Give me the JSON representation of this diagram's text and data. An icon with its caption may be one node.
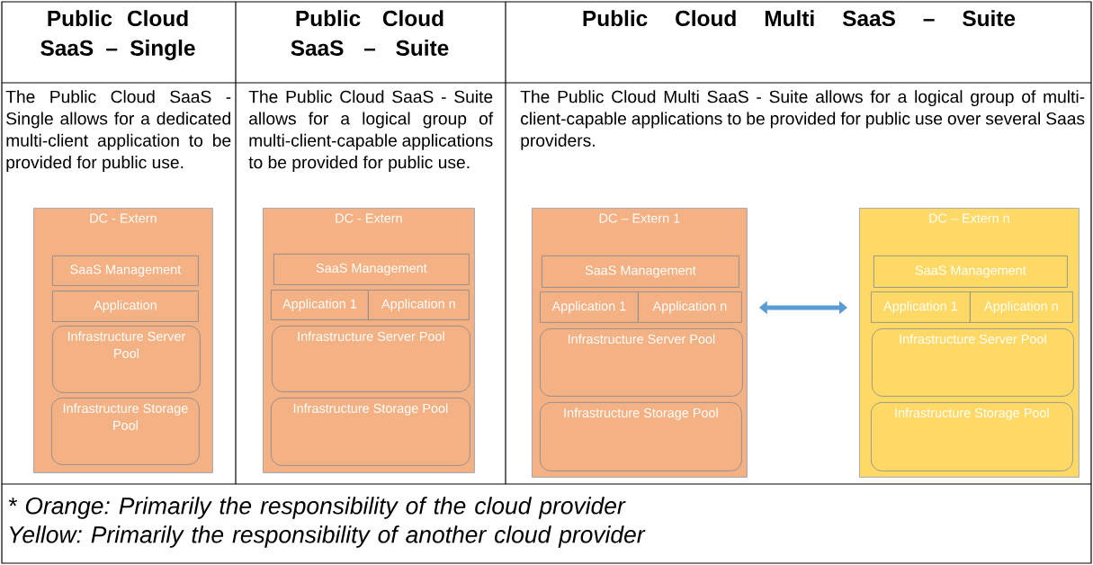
{
  "diagram": {
    "nodes": [
      {
        "text": [
          "DC - Extern"
        ]
      },
      {
        "text": [
          "SaaS Management"
        ],
        "in": 0
      },
      {
        "text": [
          "Application"
        ],
        "in": 0
      },
      {
        "text": [
          "Infrastructure Server Pool"
        ],
        "in": 0
      },
      {
        "text": [
          "Infrastructure Storage Pool"
        ],
        "in": 0
      },
      {
        "text": [
          "DC - Extern"
        ]
      },
      {
        "text": [
          "SaaS Management"
        ],
        "in": 5
      },
      {
        "text": [
          "Application 1"
        ],
        "in": 5
      },
      {
        "text": [
          "Application n"
        ],
        "in": 5
      },
      {
        "text": [
          "Infrastructure Server Pool"
        ],
        "in": 5
      },
      {
        "text": [
          "Infrastructure Storage Pool"
        ],
        "in": 5
      },
      {
        "text": [
          "DC – Extern 1"
        ]
      },
      {
        "text": [
          "SaaS Management"
        ],
        "in": 11
      },
      {
        "text": [
          "Application 1"
        ],
        "in": 11
      },
      {
        "text": [
          "Application n"
        ],
        "in": 11
      },
      {
        "text": [
          "Infrastructure Server Pool"
        ],
        "in": 11
      },
      {
        "text": [
          "Infrastructure Storage Pool"
        ],
        "in": 11
      },
      {
        "text": [
          "DC – Extern n"
        ]
      },
      {
        "text": [
          "SaaS Management"
        ],
        "in": 17
      },
      {
        "text": [
          "Application 1"
        ],
        "in": 17
      },
      {
        "text": [
          "Application n"
        ],
        "in": 17
      },
      {
        "text": [
          "Infrastructure Server Pool"
        ],
        "in": 17
      },
      {
        "text": [
          "Infrastructure Storage Pool"
        ],
        "in": 17
      }
    ],
    "edges": [
      {
        "from": 11,
        "to": 17,
        "arrow": "both",
        "color": "#5b9bd5"
      }
    ],
    "labels": [
      "Public Cloud SaaS – Single",
      "Public Cloud SaaS – Suite",
      "Public Cloud Multi SaaS – Suite",
      "The Public Cloud SaaS - Single allows for a dedicated multi-client application to be provided for public use.",
      "The Public Cloud SaaS - Suite allows for a logical group of multi-client-capable applications to be provided for public use.",
      "The Public Cloud Multi SaaS - Suite allows for a logical group of multi-client-capable applications to be provided for public use over several Saas providers.",
      "* Orange: Primarily the responsibility of the cloud provider",
      "Yellow: Primarily the responsibility of another cloud provider"
    ]
  }
}
